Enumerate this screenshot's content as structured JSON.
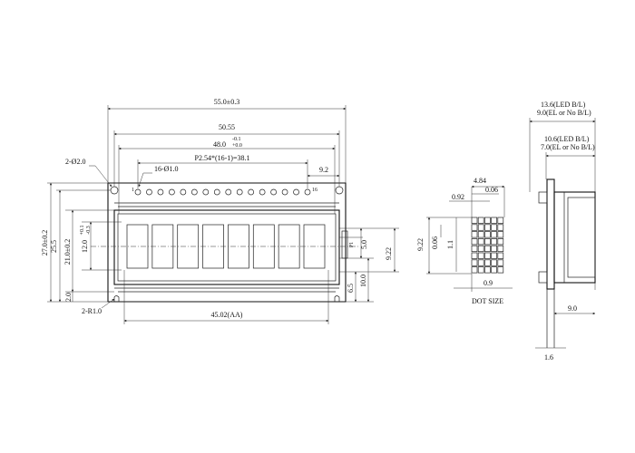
{
  "front_view": {
    "outline_width": "55.0±0.3",
    "bezel_width": "50.55",
    "va_width": "48.0",
    "va_width_tol_top": "-0.1",
    "va_width_tol_bottom": "+0.0",
    "pin_pitch": "P2.54*(16-1)=38.1",
    "pin_holes": "16-Ø1.0",
    "mount_holes": "2-Ø2.0",
    "pin_first": "1",
    "pin_last": "16",
    "pin_offset": "9.2",
    "outline_height": "27.0±0.2",
    "height_25_5": "25.5",
    "bezel_height": "21.0±0.2",
    "va_height": "12.0",
    "va_height_tol_top": "+0.1",
    "va_height_tol_bottom": "-0.3",
    "bottom_offset": "2.0",
    "corner_radius": "2-R1.0",
    "active_area_width": "45.02(AA)",
    "pin_row_5_0": "5.0",
    "pin_row_9_22": "9.22",
    "pin_row_6_5": "6.5",
    "pin_row_10_0": "10.0",
    "pin_row_small": "P1",
    "char_count": 8
  },
  "dot_detail": {
    "width_4_84": "4.84",
    "gap_0_06_top": "0.06",
    "dot_0_92": "0.92",
    "height_9_22": "9.22",
    "gap_0_06_left": "0.06",
    "dot_1_1": "1.1",
    "dot_0_9": "0.9",
    "caption": "DOT SIZE",
    "columns": 5,
    "rows": 8
  },
  "side_view": {
    "thickness_led": "13.6(LED B/L)",
    "thickness_el": "9.0(EL or No B/L)",
    "module_led": "10.6(LED B/L)",
    "module_el": "7.0(EL or No B/L)",
    "pin_length": "9.0",
    "pcb_thickness": "1.6"
  }
}
